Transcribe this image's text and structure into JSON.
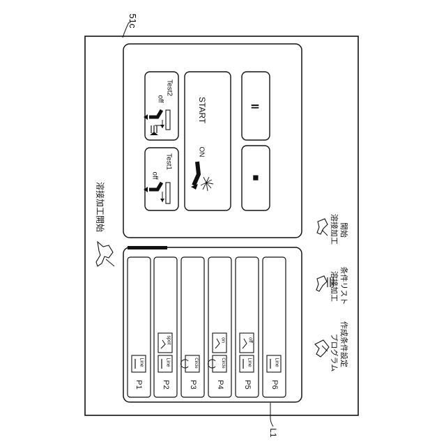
{
  "figure": {
    "ref_label": "51c",
    "list_label": "L1"
  },
  "header": {
    "title": "溶接加工開始"
  },
  "controls": {
    "test1": {
      "state": "off",
      "label": "Test1"
    },
    "test2": {
      "state": "off",
      "label": "Test2"
    },
    "start": {
      "label": "START",
      "state": "ON"
    },
    "pause_symbol": "॥",
    "stop_symbol": "■"
  },
  "programs": [
    {
      "id": "P1",
      "steps": [
        {
          "label": "Line"
        }
      ]
    },
    {
      "id": "P2",
      "steps": [
        {
          "label": "Line"
        },
        {
          "label": "spot"
        }
      ]
    },
    {
      "id": "P3",
      "steps": [
        {
          "label": "Circle"
        }
      ]
    },
    {
      "id": "P4",
      "steps": [
        {
          "label": "Circle"
        },
        {
          "label": "on"
        }
      ]
    },
    {
      "id": "P5",
      "steps": [
        {
          "label": "Line"
        },
        {
          "label": "off"
        }
      ]
    },
    {
      "id": "P6",
      "steps": [
        {
          "label": "Line"
        }
      ]
    }
  ],
  "nav": {
    "program_create": {
      "line1": "プログラム",
      "line2": "作成条件設定"
    },
    "condition_list": {
      "line1": "溶接加工",
      "line2": "条件リスト"
    },
    "weld_start": {
      "line1": "溶接加工",
      "line2": "開始"
    }
  }
}
